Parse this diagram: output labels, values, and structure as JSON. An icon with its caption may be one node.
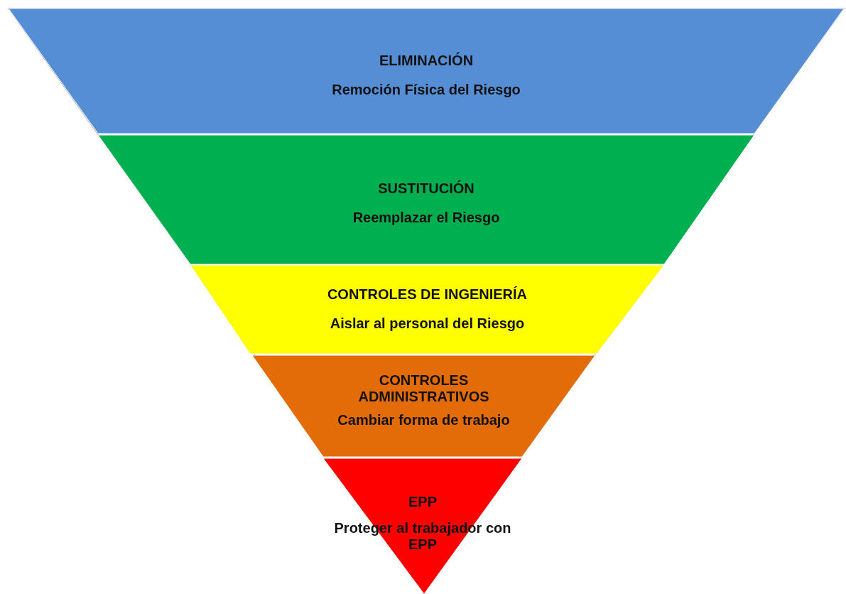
{
  "diagram": {
    "nodes": [
      {
        "text": [
          "ELIMINACIÓN",
          "Remoción Física del Riesgo"
        ]
      },
      {
        "text": [
          "SUSTITUCIÓN",
          "Reemplazar el Riesgo"
        ]
      },
      {
        "text": [
          "CONTROLES DE INGENIERÍA",
          "Aislar al personal del Riesgo"
        ]
      },
      {
        "text": [
          "CONTROLES ADMINISTRATIVOS",
          "Cambiar forma de trabajo"
        ]
      },
      {
        "text": [
          "EPP",
          "Proteger al trabajador con EPP"
        ]
      }
    ]
  }
}
